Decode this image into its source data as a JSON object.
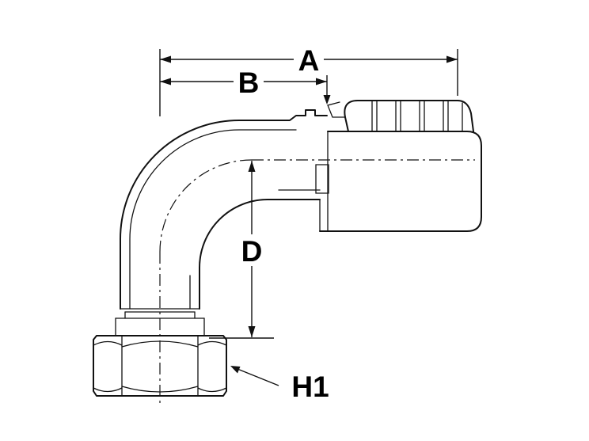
{
  "diagram": {
    "title": "90-degree female elbow crimp hose fitting - dimensional line drawing",
    "line_color": "#111111",
    "background_color": "#ffffff",
    "labels": {
      "a": "A",
      "b": "B",
      "d": "D",
      "h1": "H1"
    }
  }
}
